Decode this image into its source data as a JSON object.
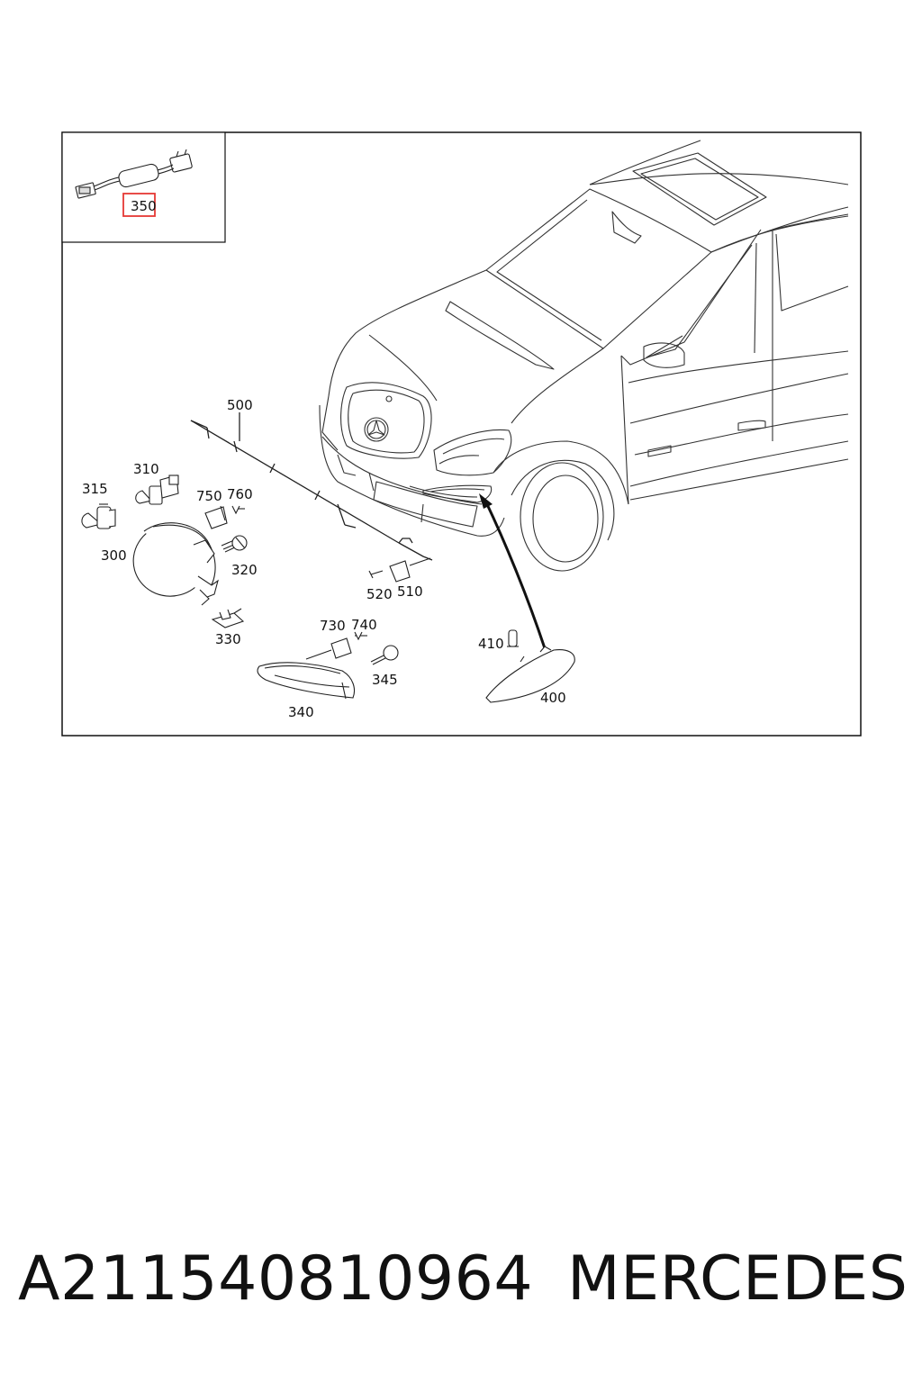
{
  "callouts": {
    "c350": "350",
    "c500": "500",
    "c310": "310",
    "c315": "315",
    "c750": "750",
    "c760": "760",
    "c300": "300",
    "c320": "320",
    "c520": "520",
    "c510": "510",
    "c330": "330",
    "c730": "730",
    "c740": "740",
    "c410": "410",
    "c345": "345",
    "c340": "340",
    "c400": "400"
  },
  "highlight_color": "#e53935",
  "footer": {
    "part_number": "A211540810964",
    "brand": "MERCEDES"
  }
}
